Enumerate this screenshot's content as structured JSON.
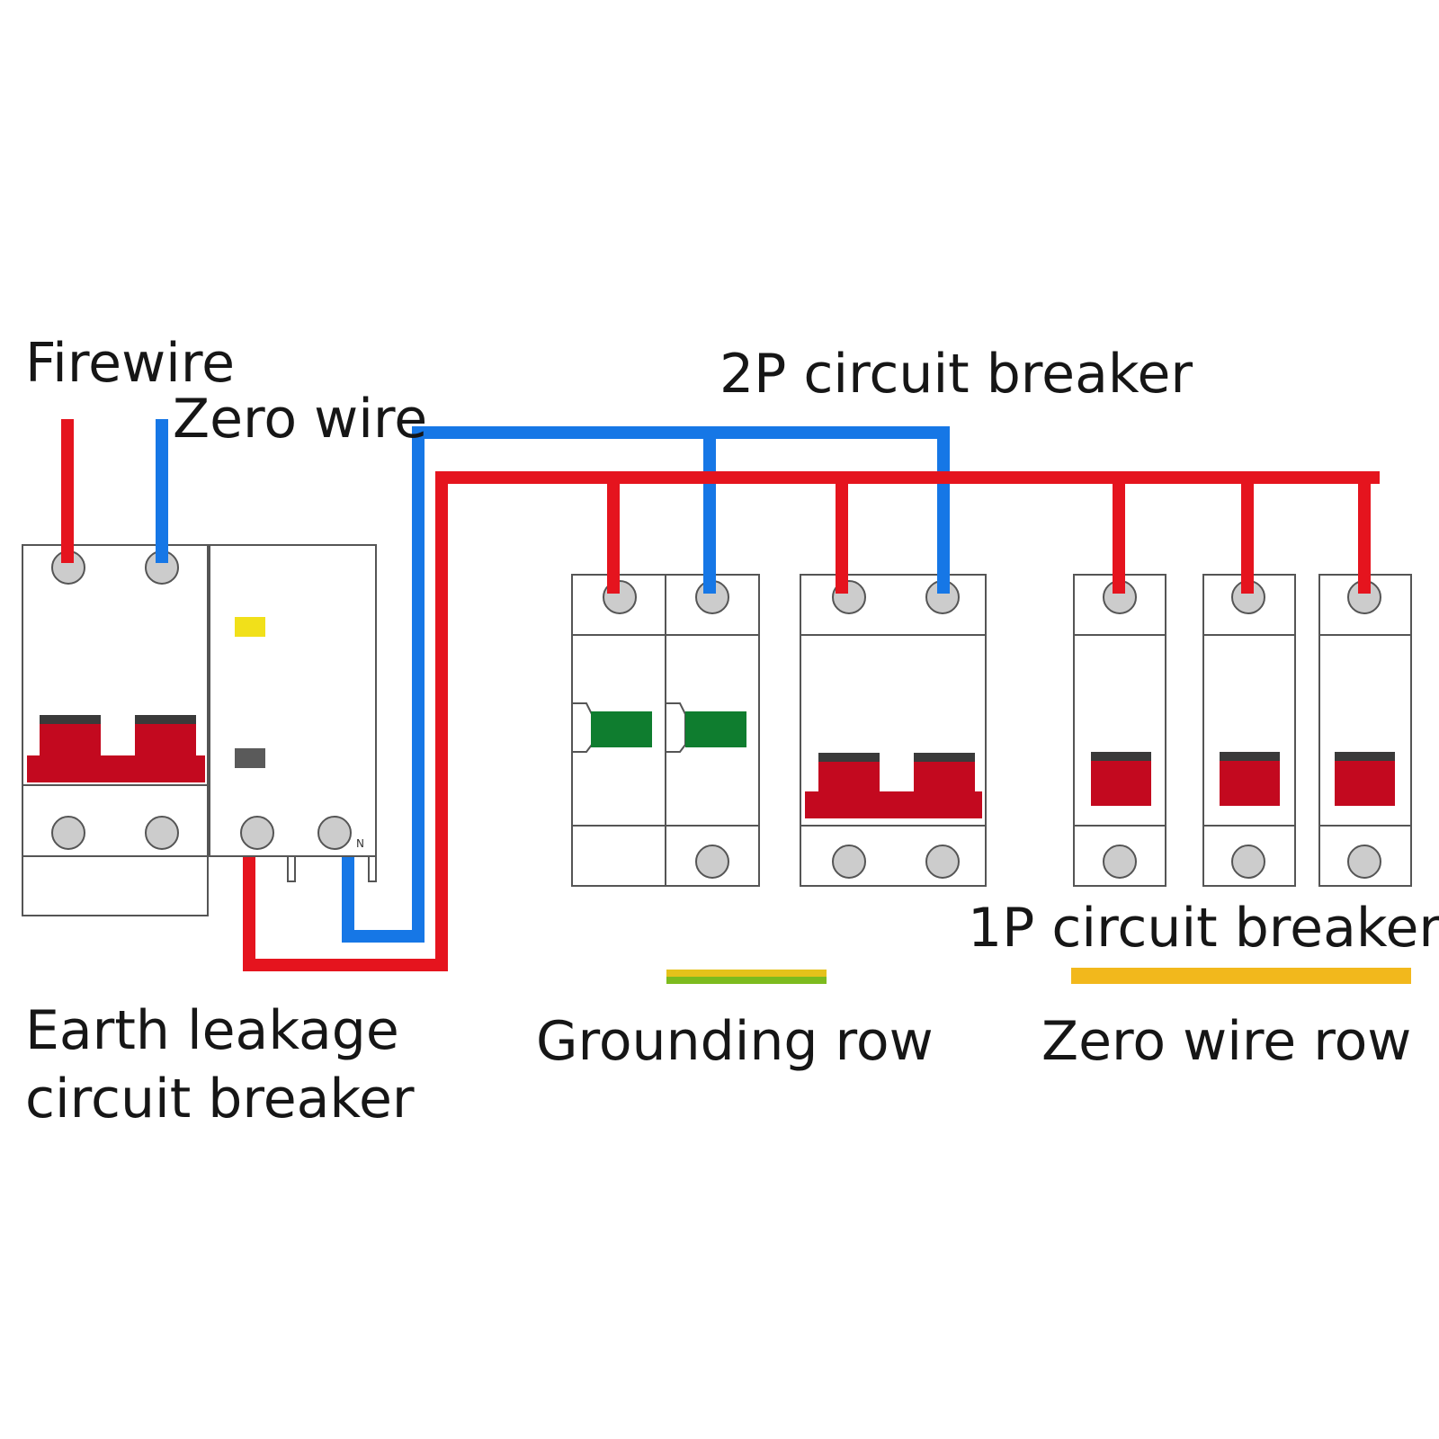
{
  "labels": {
    "firewire": "Firewire",
    "zero_wire": "Zero wire",
    "breaker_2p": "2P circuit breaker",
    "breaker_1p": "1P circuit breaker",
    "earth_leakage_line1": "Earth leakage",
    "earth_leakage_line2": "circuit breaker",
    "grounding_row": "Grounding row",
    "zero_wire_row": "Zero wire row",
    "neutral_mark": "N"
  },
  "colors": {
    "live_wire": "#e5141e",
    "neutral_wire": "#1677e6",
    "breaker_handle": "#c3091f",
    "handle_top": "#3a3a3a",
    "green_handle": "#0f7d2f",
    "grounding_bar_green": "#7dbb1e",
    "grounding_bar_yellow": "#e6c21a",
    "zero_row_bar": "#f2b81c",
    "indicator_yellow": "#f1e01a",
    "indicator_gray": "#5a5a5a",
    "terminal_gray": "#cccccc",
    "outline": "#555555"
  }
}
